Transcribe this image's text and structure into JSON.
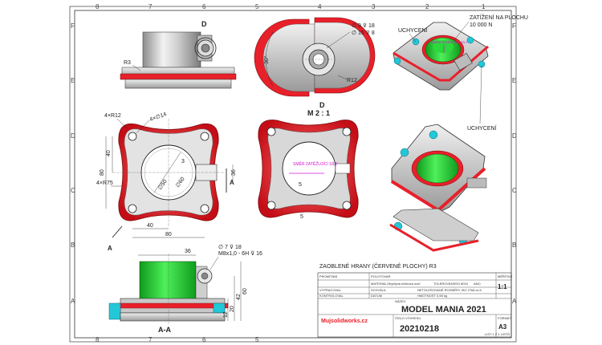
{
  "zones_top": [
    "8",
    "7",
    "6",
    "5",
    "4",
    "3",
    "2",
    "1"
  ],
  "zones_side": [
    "F",
    "E",
    "D",
    "C",
    "B",
    "A"
  ],
  "views": {
    "detail_letter": "D",
    "detail_title": "D",
    "detail_scale": "M 2 : 1",
    "section_label": "A-A",
    "cut_marker": "A"
  },
  "dimensions": {
    "r3": "R3",
    "d30": "30°",
    "hole_dia": "∅ 9 ⊽ 18",
    "cbore_dia": "∅ 15 ⊽ 8",
    "r12_detail": "R12",
    "r12_corner": "4×R12",
    "hole14": "4×∅14",
    "r75": "4×R75",
    "dim40_v": "40",
    "dim80_v": "80",
    "dim40_h": "40",
    "dim80_h": "80",
    "dim36_side": "36",
    "dim3": "3",
    "dia50": "∅50",
    "dia60": "∅60",
    "small5": "5",
    "small5b": "5",
    "hole7": "∅ 7 ⊽ 18",
    "thread": "M8x1,0 - 6H ⊽ 16",
    "dim36_sec": "36",
    "dim12": "12",
    "dim20": "20",
    "dim42": "42",
    "dim60": "60"
  },
  "annotations": {
    "load_label": "ZATÍŽENÍ NA PLOCHU",
    "load_value": "10 000 N",
    "fix_label_1": "UCHYCENÍ",
    "fix_label_2": "UCHYCENÍ",
    "load_dir_1": "SMĚR ZATĚŽUJÍCÍ SÍLY",
    "load_dir_2": "SMĚR ZATĚŽUJÍCÍ SÍLY"
  },
  "title_block": {
    "note": "ZAOBLENÉ HRANY (ČERVENÉ PLOCHY) R3",
    "row1_a": "PROMÍTÁNÍ",
    "row1_b": "POLOTOVAR",
    "row2_a": "MATERIÁL",
    "row2_b": "Obyčejná uhlíková ocel",
    "row2_c": "TOLEROVÁNÍ",
    "row2_d": "ISO 8015",
    "row2_e": "ANO",
    "scale_label": "MĚŘÍTKO",
    "scale_value": "1:1",
    "row3_a": "VYPRACOVAL",
    "row3_b": "SCHVÁLIL",
    "row3_c": "NETOLEROVANÉ ROZMĚRY ISO 2768-m-K",
    "row4_a": "KONTROLOVAL",
    "row4_b": "DATUM",
    "row4_c": "HMOTNOST 0,98 kg",
    "row5_a": "NÁZEV",
    "title": "MODEL MANIA 2021",
    "site": "Mujsolidworks.cz",
    "drawing_no_label": "ČÍSLO VÝKRESU",
    "drawing_no": "20210218",
    "format_label": "FORMÁT",
    "format_value": "A3",
    "sheet_info": "LIST 1 Z 1 LISTŮ"
  },
  "colors": {
    "fillet_red": "#e8202a",
    "green_face": "#22cc33",
    "cyan_face": "#22c8d8",
    "steel": "#c8c8c8"
  }
}
